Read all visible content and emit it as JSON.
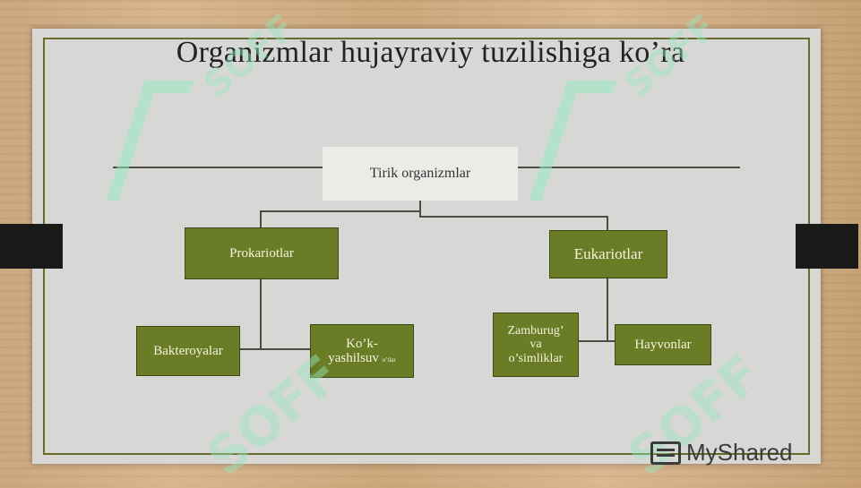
{
  "title": "Organizmlar hujayraviy tuzilishiga ko’ra",
  "root": "Tirik organizmlar",
  "level1": {
    "left": "Prokariotlar",
    "right": "Eukariotlar"
  },
  "level2": {
    "bakteriyalar": "Bakteroyalar",
    "kok_line1": "Ko’k-",
    "kok_line2": "yashilsuv",
    "kok_small": "o’tlar",
    "zamburug_line1": "Zamburug’",
    "zamburug_line2": "va",
    "zamburug_line3": "o’simliklar",
    "hayvonlar": "Hayvonlar"
  },
  "colors": {
    "box_fill": "#6a7c25",
    "box_text": "#f4f3df",
    "slide_bg": "#d7d7d5"
  },
  "watermark": {
    "text": "SOFF",
    "icon": "logo-mark-icon"
  },
  "brand": {
    "name": "MyShared",
    "icon": "myshared-logo-icon"
  }
}
